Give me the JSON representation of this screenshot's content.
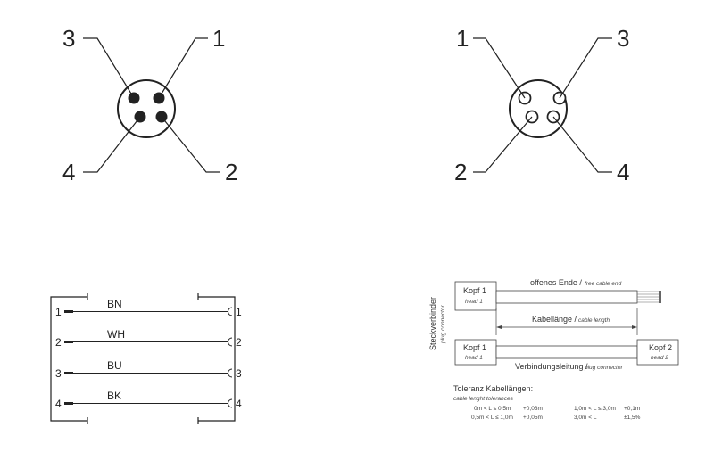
{
  "male_connector": {
    "pins": {
      "top_left": "3",
      "top_right": "1",
      "bottom_left": "4",
      "bottom_right": "2"
    }
  },
  "female_connector": {
    "pins": {
      "top_left": "1",
      "top_right": "3",
      "bottom_left": "2",
      "bottom_right": "4"
    }
  },
  "wiring": {
    "rows": [
      {
        "left": "1",
        "wire": "BN",
        "right": "1"
      },
      {
        "left": "2",
        "wire": "WH",
        "right": "2"
      },
      {
        "left": "3",
        "wire": "BU",
        "right": "3"
      },
      {
        "left": "4",
        "wire": "BK",
        "right": "4"
      }
    ]
  },
  "cable_diagram": {
    "side_label_de": "Steckverbinder",
    "side_label_en": "plug connector",
    "head1_de": "Kopf 1",
    "head1_en": "head 1",
    "head2_de": "Kopf 2",
    "head2_en": "head 2",
    "open_end_de": "offenes Ende /",
    "open_end_en": "free cable end",
    "length_de": "Kabellänge /",
    "length_en": "cable length",
    "conn_de": "Verbindungsleitung /",
    "conn_en": "plug connector"
  },
  "tolerances": {
    "title_de": "Toleranz Kabellängen:",
    "title_en": "cable lenght tolerances",
    "rows": [
      {
        "range1": "0m < L ≤ 0,5m",
        "tol1": "+0,03m",
        "range2": "1,0m < L ≤ 3,0m",
        "tol2": "+0,1m"
      },
      {
        "range1": "0,5m < L ≤ 1,0m",
        "tol1": "+0,05m",
        "range2": "3,0m < L",
        "tol2": "±1,5%"
      }
    ]
  }
}
